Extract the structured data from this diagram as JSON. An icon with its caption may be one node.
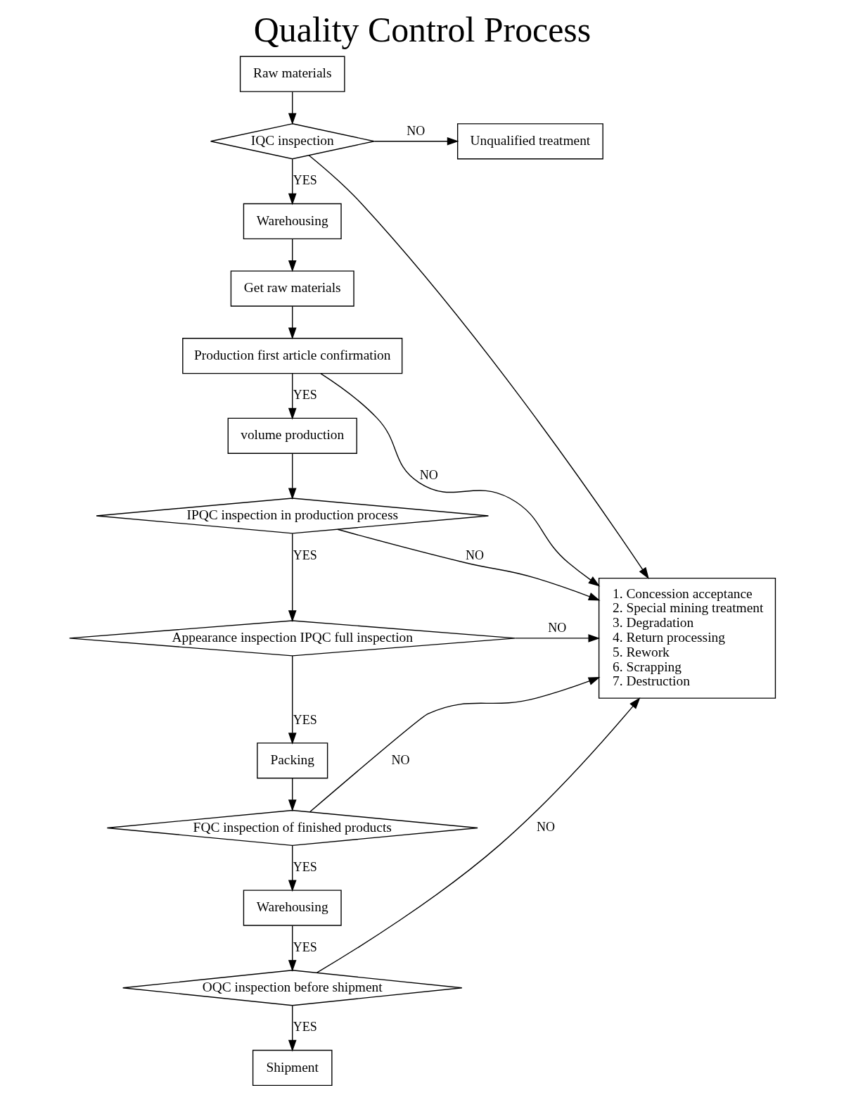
{
  "diagram": {
    "title": "Quality Control Process",
    "nodes": [
      {
        "text": [
          "Raw materials"
        ]
      },
      {
        "text": [
          "Unqualified treatment"
        ]
      },
      {
        "text": [
          "IQC inspection"
        ]
      },
      {
        "text": [
          "Warehousing"
        ]
      },
      {
        "text": [
          "Get raw materials"
        ]
      },
      {
        "text": [
          "Production first article confirmation"
        ]
      },
      {
        "text": [
          "volume production"
        ]
      },
      {
        "text": [
          "IPQC inspection in production process"
        ]
      },
      {
        "text": [
          "Appearance inspection IPQC full inspection"
        ]
      },
      {
        "text": [
          "1. Concession acceptance",
          "2. Special mining treatment",
          "3. Degradation",
          "4. Return processing",
          "5. Rework",
          "6. Scrapping",
          "7. Destruction"
        ]
      },
      {
        "text": [
          "Packing"
        ]
      },
      {
        "text": [
          "FQC inspection of finished products"
        ]
      },
      {
        "text": [
          "Warehousing"
        ]
      },
      {
        "text": [
          "OQC inspection before shipment"
        ]
      },
      {
        "text": [
          "Shipment"
        ]
      }
    ],
    "edges": [
      {
        "from": 0,
        "to": 2,
        "arrow": "to"
      },
      {
        "from": 2,
        "to": 1,
        "arrow": "to",
        "label": "NO"
      },
      {
        "from": 2,
        "to": 9,
        "arrow": "to"
      },
      {
        "from": 2,
        "to": 3,
        "arrow": "to",
        "label": "YES"
      },
      {
        "from": 3,
        "to": 4,
        "arrow": "to"
      },
      {
        "from": 4,
        "to": 5,
        "arrow": "to"
      },
      {
        "from": 5,
        "to": 9,
        "arrow": "to",
        "label": "NO"
      },
      {
        "from": 5,
        "to": 6,
        "arrow": "to",
        "label": "YES"
      },
      {
        "from": 6,
        "to": 7,
        "arrow": "to"
      },
      {
        "from": 7,
        "to": 8,
        "arrow": "to",
        "label": "YES"
      },
      {
        "from": 7,
        "to": 9,
        "arrow": "to",
        "label": "NO"
      },
      {
        "from": 8,
        "to": 9,
        "arrow": "to",
        "label": "NO"
      },
      {
        "from": 8,
        "to": 10,
        "arrow": "to",
        "label": "YES"
      },
      {
        "from": 10,
        "to": 11,
        "arrow": "to"
      },
      {
        "from": 11,
        "to": 9,
        "arrow": "to",
        "label": "NO"
      },
      {
        "from": 11,
        "to": 12,
        "arrow": "to",
        "label": "YES"
      },
      {
        "from": 12,
        "to": 13,
        "arrow": "to",
        "label": "YES"
      },
      {
        "from": 13,
        "to": 9,
        "arrow": "to",
        "label": "NO"
      },
      {
        "from": 13,
        "to": 14,
        "arrow": "to",
        "label": "YES"
      }
    ]
  }
}
